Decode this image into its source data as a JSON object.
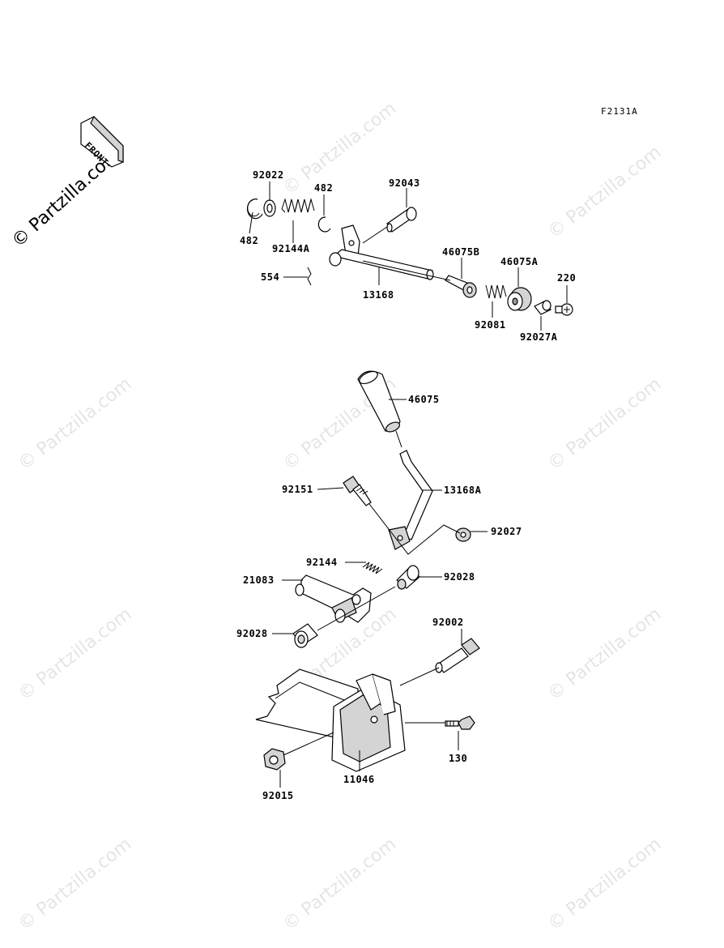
{
  "figure_code": "F2131A",
  "watermark_text": "© Partzilla.com",
  "front_label": "FRONT",
  "callouts": [
    {
      "id": "92022",
      "label": "92022"
    },
    {
      "id": "482-top",
      "label": "482"
    },
    {
      "id": "92043",
      "label": "92043"
    },
    {
      "id": "482-left",
      "label": "482"
    },
    {
      "id": "92144A",
      "label": "92144A"
    },
    {
      "id": "46075B",
      "label": "46075B"
    },
    {
      "id": "46075A",
      "label": "46075A"
    },
    {
      "id": "220",
      "label": "220"
    },
    {
      "id": "554",
      "label": "554"
    },
    {
      "id": "13168",
      "label": "13168"
    },
    {
      "id": "92081",
      "label": "92081"
    },
    {
      "id": "92027A",
      "label": "92027A"
    },
    {
      "id": "46075",
      "label": "46075"
    },
    {
      "id": "92151",
      "label": "92151"
    },
    {
      "id": "13168A",
      "label": "13168A"
    },
    {
      "id": "92027",
      "label": "92027"
    },
    {
      "id": "92144",
      "label": "92144"
    },
    {
      "id": "21083",
      "label": "21083"
    },
    {
      "id": "92028-right",
      "label": "92028"
    },
    {
      "id": "92028-left",
      "label": "92028"
    },
    {
      "id": "92002",
      "label": "92002"
    },
    {
      "id": "130",
      "label": "130"
    },
    {
      "id": "11046",
      "label": "11046"
    },
    {
      "id": "92015",
      "label": "92015"
    }
  ]
}
